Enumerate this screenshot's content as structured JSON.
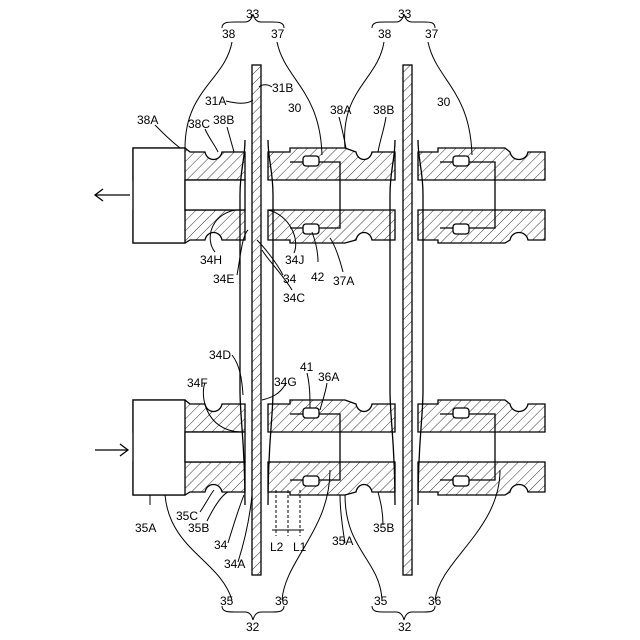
{
  "labels": {
    "r33a": "33",
    "r38a": "38",
    "r37a": "37",
    "r33b": "33",
    "r38b": "38",
    "r37b": "37",
    "r31A": "31A",
    "r31B": "31B",
    "r30a": "30",
    "r30b": "30",
    "r38A_top_left": "38A",
    "r38C": "38C",
    "r38B_top_left": "38B",
    "r38A_top_mid": "38A",
    "r38B_top_mid": "38B",
    "r34H": "34H",
    "r34E": "34E",
    "r34": "34",
    "r34J": "34J",
    "r34C": "34C",
    "r42": "42",
    "r37A": "37A",
    "r34D": "34D",
    "r34F": "34F",
    "r34G": "34G",
    "r41": "41",
    "r36A": "36A",
    "r35A_left": "35A",
    "r35C": "35C",
    "r35B_left": "35B",
    "r34_low": "34",
    "r34A": "34A",
    "rL2": "L2",
    "rL1": "L1",
    "r35A_mid": "35A",
    "r35B_mid": "35B",
    "r35a": "35",
    "r36a": "36",
    "r32a": "32",
    "r35b": "35",
    "r36b": "36",
    "r32b": "32"
  }
}
